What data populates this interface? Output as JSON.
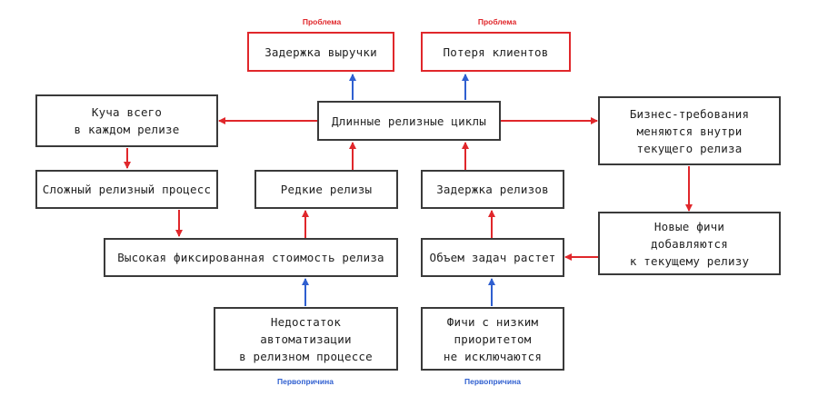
{
  "nodes": {
    "revenue_delay": "Задержка выручки",
    "customer_loss": "Потеря клиентов",
    "long_cycles": "Длинные релизные циклы",
    "pile": "Куча всего\nв каждом релизе",
    "complex_process": "Сложный релизный процесс",
    "rare_releases": "Редкие релизы",
    "release_delay": "Задержка релизов",
    "biz_req": "Бизнес-требования\nменяются внутри\nтекущего релиза",
    "new_features": "Новые фичи\nдобавляются\nк текущему релизу",
    "fixed_cost": "Высокая фиксированная стоимость релиза",
    "scope_grows": "Объем задач растет",
    "lack_automation": "Недостаток\nавтоматизации\nв релизном процессе",
    "low_priority": "Фичи с низким\nприоритетом\nне исключаются"
  },
  "tags": {
    "problem_left": "Проблема",
    "problem_right": "Проблема",
    "root_left": "Первопричина",
    "root_right": "Первопричина"
  },
  "colors": {
    "red_arrow": "#e0272b",
    "blue_arrow": "#2f5fd0",
    "box_border": "#3a3a3a"
  }
}
